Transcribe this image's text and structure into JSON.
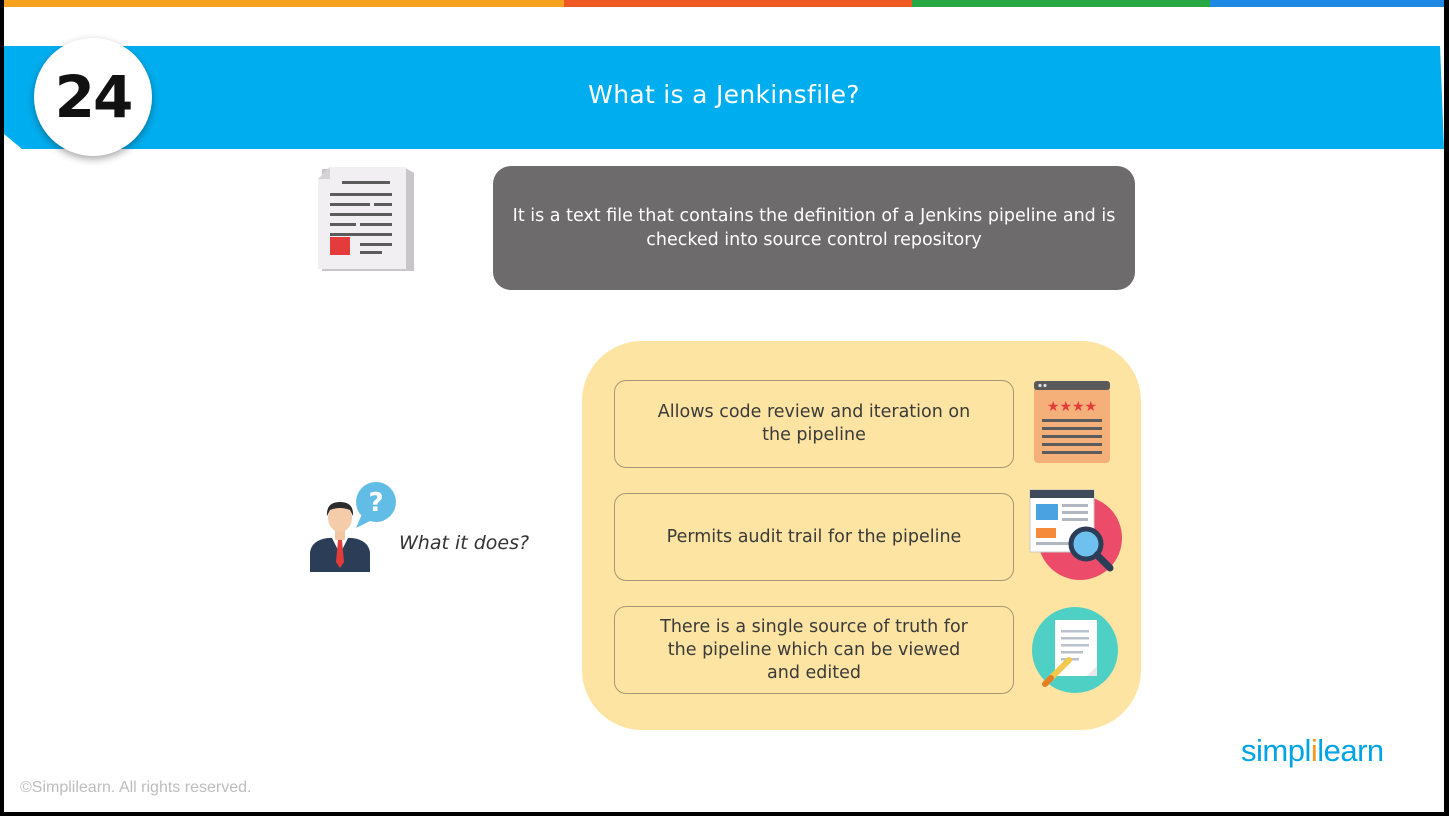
{
  "slide_number": "24",
  "title": "What is a Jenkinsfile?",
  "definition": "It is a text file that contains the definition of a Jenkins pipeline and is checked into source control repository",
  "what_label": "What it does?",
  "features": [
    {
      "text": "Allows code review and iteration on the pipeline",
      "icon": "review-rating-icon"
    },
    {
      "text": "Permits audit trail for the pipeline",
      "icon": "audit-search-icon"
    },
    {
      "text": "There is a single source of truth for the pipeline which can be viewed and edited",
      "icon": "edit-document-icon"
    }
  ],
  "brand": {
    "part1": "simpl",
    "part2": "i",
    "part3": "learn"
  },
  "copyright": "©Simplilearn. All rights reserved.",
  "colors": {
    "banner": "#00aeef",
    "definition_box": "#6d6b6b",
    "panel": "#fde4a2",
    "stripe": [
      "#f6a21e",
      "#ef5a24",
      "#27a844",
      "#1e88e5"
    ]
  }
}
